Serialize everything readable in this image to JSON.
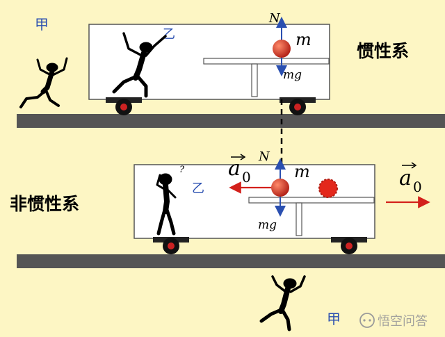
{
  "colors": {
    "background": "#fdf6c4",
    "ground": "#555555",
    "car_body": "#ffffff",
    "ball": "#c8271c",
    "arrow_blue": "#2a4fb0",
    "arrow_red": "#d3201b",
    "observer": "#000000"
  },
  "top": {
    "frame_label": "惯性系",
    "observer_ground": "甲",
    "observer_car": "乙",
    "force_up": "N",
    "mass": "m",
    "force_down": "mg"
  },
  "bottom": {
    "frame_label": "非惯性系",
    "observer_ground": "甲",
    "observer_car": "乙",
    "force_up": "N",
    "mass": "m",
    "force_down": "mg",
    "inertial_accel": "a",
    "inertial_accel_sub": "0",
    "car_accel": "a",
    "car_accel_sub": "0",
    "question_mark": "?"
  },
  "watermark": {
    "text": "悟空问答",
    "icon": "chat-bubble-icon"
  }
}
